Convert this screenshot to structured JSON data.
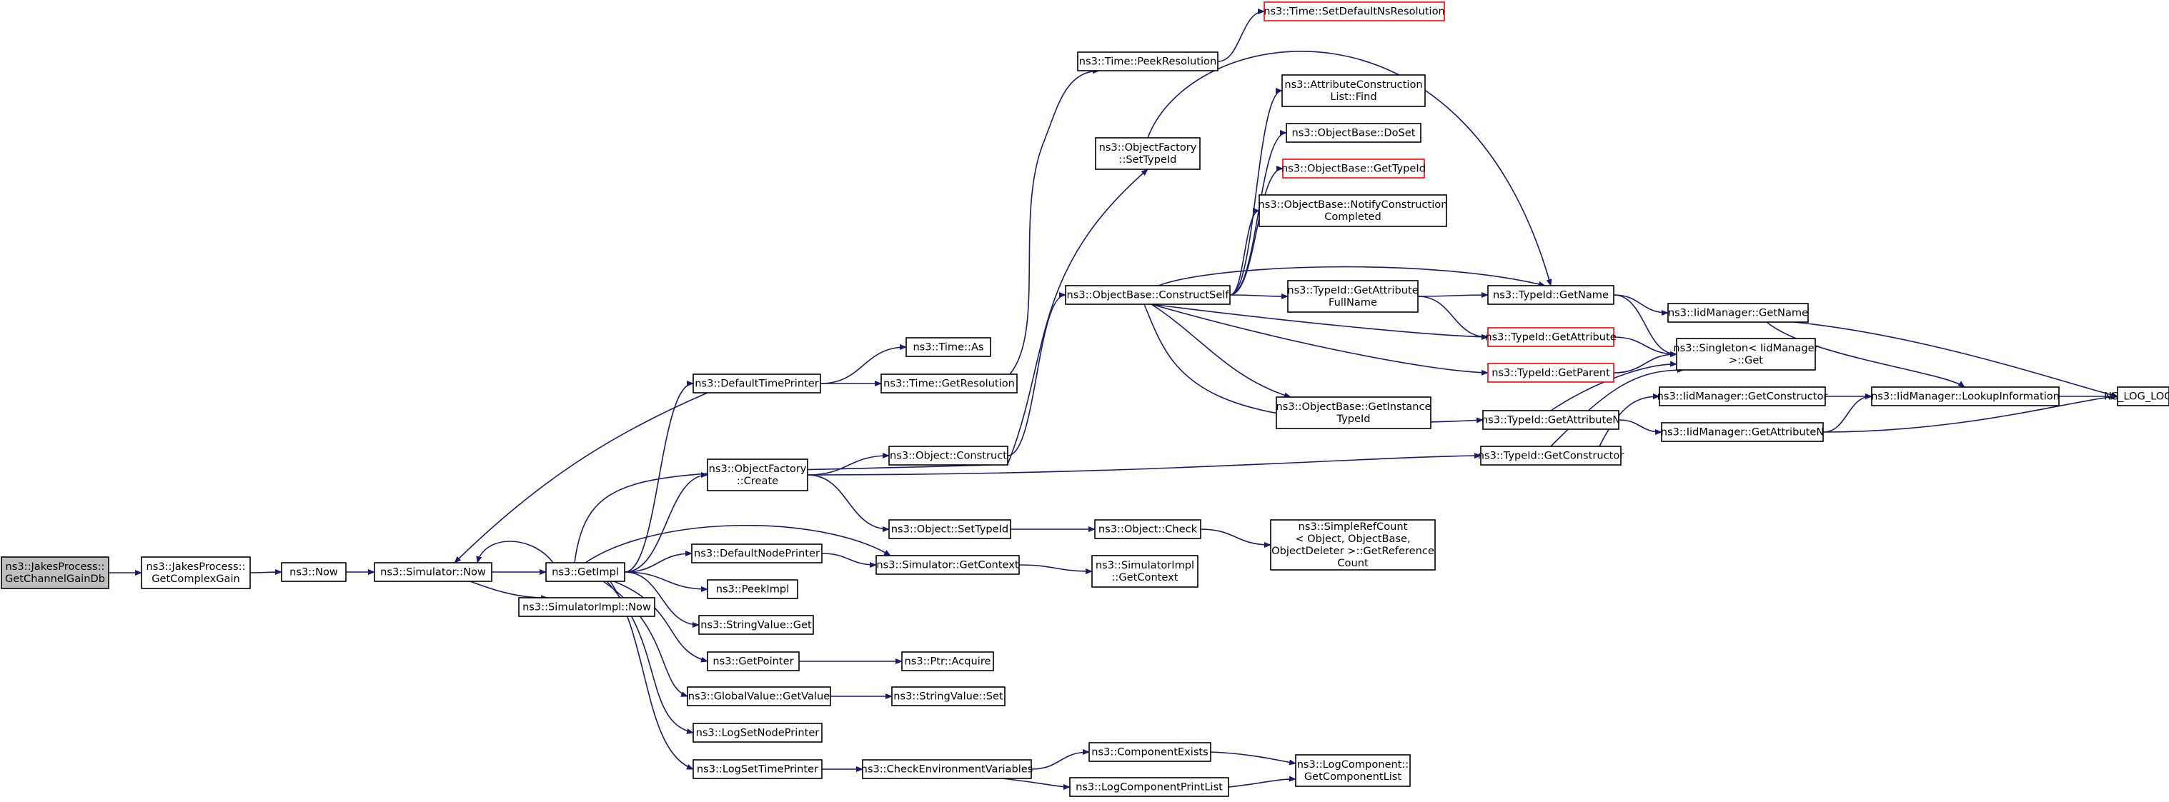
{
  "colors": {
    "edge": "#191970",
    "root_fill": "#bfbfbf",
    "truncated_border": "#ff0000"
  },
  "nodes": [
    {
      "id": "n0",
      "lines": [
        "ns3::JakesProcess::",
        "GetChannelGainDb"
      ],
      "root": true
    },
    {
      "id": "n1",
      "lines": [
        "ns3::JakesProcess::",
        "GetComplexGain"
      ]
    },
    {
      "id": "n2",
      "lines": [
        "ns3::Now"
      ]
    },
    {
      "id": "n3",
      "lines": [
        "ns3::Simulator::Now"
      ]
    },
    {
      "id": "n4",
      "lines": [
        "ns3::GetImpl"
      ]
    },
    {
      "id": "n5",
      "lines": [
        "ns3::SimulatorImpl::Now"
      ]
    },
    {
      "id": "n6",
      "lines": [
        "ns3::DefaultTimePrinter"
      ]
    },
    {
      "id": "n7",
      "lines": [
        "ns3::ObjectFactory",
        "::Create"
      ]
    },
    {
      "id": "n8",
      "lines": [
        "ns3::DefaultNodePrinter"
      ]
    },
    {
      "id": "n9",
      "lines": [
        "ns3::PeekImpl"
      ]
    },
    {
      "id": "n10",
      "lines": [
        "ns3::StringValue::Get"
      ]
    },
    {
      "id": "n11",
      "lines": [
        "ns3::GetPointer"
      ]
    },
    {
      "id": "n12",
      "lines": [
        "ns3::GlobalValue::GetValue"
      ]
    },
    {
      "id": "n13",
      "lines": [
        "ns3::LogSetNodePrinter"
      ]
    },
    {
      "id": "n14",
      "lines": [
        "ns3::LogSetTimePrinter"
      ]
    },
    {
      "id": "n15",
      "lines": [
        "ns3::Time::As"
      ]
    },
    {
      "id": "n16",
      "lines": [
        "ns3::Time::GetResolution"
      ]
    },
    {
      "id": "n17",
      "lines": [
        "ns3::Object::Construct"
      ]
    },
    {
      "id": "n18",
      "lines": [
        "ns3::Object::SetTypeId"
      ]
    },
    {
      "id": "n19",
      "lines": [
        "ns3::Simulator::GetContext"
      ]
    },
    {
      "id": "n20",
      "lines": [
        "ns3::Ptr::Acquire"
      ]
    },
    {
      "id": "n21",
      "lines": [
        "ns3::StringValue::Set"
      ]
    },
    {
      "id": "n22",
      "lines": [
        "ns3::CheckEnvironmentVariables"
      ]
    },
    {
      "id": "n23",
      "lines": [
        "ns3::Time::PeekResolution"
      ]
    },
    {
      "id": "n24",
      "lines": [
        "ns3::ObjectFactory",
        "::SetTypeId"
      ]
    },
    {
      "id": "n25",
      "lines": [
        "ns3::ObjectBase::ConstructSelf"
      ]
    },
    {
      "id": "n26",
      "lines": [
        "ns3::Object::Check"
      ]
    },
    {
      "id": "n27",
      "lines": [
        "ns3::SimulatorImpl",
        "::GetContext"
      ]
    },
    {
      "id": "n28",
      "lines": [
        "ns3::ComponentExists"
      ]
    },
    {
      "id": "n29",
      "lines": [
        "ns3::LogComponentPrintList"
      ]
    },
    {
      "id": "n30",
      "lines": [
        "ns3::Time::SetDefaultNsResolution"
      ],
      "truncated": true
    },
    {
      "id": "n31",
      "lines": [
        "ns3::AttributeConstruction",
        "List::Find"
      ]
    },
    {
      "id": "n32",
      "lines": [
        "ns3::ObjectBase::DoSet"
      ]
    },
    {
      "id": "n33",
      "lines": [
        "ns3::ObjectBase::GetTypeId"
      ],
      "truncated": true
    },
    {
      "id": "n34",
      "lines": [
        "ns3::ObjectBase::NotifyConstruction",
        "Completed"
      ]
    },
    {
      "id": "n35",
      "lines": [
        "ns3::TypeId::GetAttribute",
        "FullName"
      ]
    },
    {
      "id": "n36",
      "lines": [
        "ns3::ObjectBase::GetInstance",
        "TypeId"
      ]
    },
    {
      "id": "n37",
      "lines": [
        "ns3::SimpleRefCount",
        "< Object, ObjectBase,",
        "ObjectDeleter >::GetReference",
        "Count"
      ]
    },
    {
      "id": "n38",
      "lines": [
        "ns3::LogComponent::",
        "GetComponentList"
      ]
    },
    {
      "id": "n39",
      "lines": [
        "ns3::TypeId::GetName"
      ]
    },
    {
      "id": "n40",
      "lines": [
        "ns3::TypeId::GetAttribute"
      ],
      "truncated": true
    },
    {
      "id": "n41",
      "lines": [
        "ns3::TypeId::GetParent"
      ],
      "truncated": true
    },
    {
      "id": "n42",
      "lines": [
        "ns3::TypeId::GetAttributeN"
      ]
    },
    {
      "id": "n43",
      "lines": [
        "ns3::TypeId::GetConstructor"
      ]
    },
    {
      "id": "n44",
      "lines": [
        "ns3::IidManager::GetName"
      ]
    },
    {
      "id": "n45",
      "lines": [
        "ns3::Singleton< IidManager",
        " >::Get"
      ]
    },
    {
      "id": "n46",
      "lines": [
        "ns3::IidManager::GetConstructor"
      ]
    },
    {
      "id": "n47",
      "lines": [
        "ns3::IidManager::GetAttributeN"
      ]
    },
    {
      "id": "n48",
      "lines": [
        "ns3::IidManager::LookupInformation"
      ]
    },
    {
      "id": "n49",
      "lines": [
        "NS_LOG_LOGIC"
      ]
    }
  ],
  "edges": [
    [
      "n0",
      "n1"
    ],
    [
      "n1",
      "n2"
    ],
    [
      "n2",
      "n3"
    ],
    [
      "n3",
      "n4"
    ],
    [
      "n3",
      "n5"
    ],
    [
      "n4",
      "n3"
    ],
    [
      "n4",
      "n6"
    ],
    [
      "n4",
      "n24"
    ],
    [
      "n4",
      "n7"
    ],
    [
      "n4",
      "n8"
    ],
    [
      "n4",
      "n9"
    ],
    [
      "n4",
      "n10"
    ],
    [
      "n4",
      "n11"
    ],
    [
      "n4",
      "n12"
    ],
    [
      "n4",
      "n13"
    ],
    [
      "n4",
      "n14"
    ],
    [
      "n4",
      "n19"
    ],
    [
      "n6",
      "n15"
    ],
    [
      "n6",
      "n16"
    ],
    [
      "n6",
      "n3"
    ],
    [
      "n16",
      "n23"
    ],
    [
      "n23",
      "n30"
    ],
    [
      "n24",
      "n39"
    ],
    [
      "n7",
      "n17"
    ],
    [
      "n7",
      "n18"
    ],
    [
      "n7",
      "n43"
    ],
    [
      "n17",
      "n25"
    ],
    [
      "n18",
      "n26"
    ],
    [
      "n26",
      "n37"
    ],
    [
      "n8",
      "n19"
    ],
    [
      "n19",
      "n27"
    ],
    [
      "n11",
      "n20"
    ],
    [
      "n12",
      "n21"
    ],
    [
      "n14",
      "n22"
    ],
    [
      "n22",
      "n28"
    ],
    [
      "n22",
      "n29"
    ],
    [
      "n28",
      "n38"
    ],
    [
      "n29",
      "n38"
    ],
    [
      "n25",
      "n31"
    ],
    [
      "n25",
      "n32"
    ],
    [
      "n25",
      "n33"
    ],
    [
      "n25",
      "n34"
    ],
    [
      "n25",
      "n35"
    ],
    [
      "n25",
      "n36"
    ],
    [
      "n25",
      "n39"
    ],
    [
      "n25",
      "n40"
    ],
    [
      "n25",
      "n41"
    ],
    [
      "n25",
      "n42"
    ],
    [
      "n35",
      "n39"
    ],
    [
      "n35",
      "n40"
    ],
    [
      "n39",
      "n44"
    ],
    [
      "n39",
      "n45"
    ],
    [
      "n40",
      "n45"
    ],
    [
      "n41",
      "n45"
    ],
    [
      "n42",
      "n45"
    ],
    [
      "n42",
      "n47"
    ],
    [
      "n43",
      "n45"
    ],
    [
      "n43",
      "n46"
    ],
    [
      "n44",
      "n48"
    ],
    [
      "n44",
      "n49"
    ],
    [
      "n46",
      "n48"
    ],
    [
      "n47",
      "n48"
    ],
    [
      "n47",
      "n49"
    ],
    [
      "n48",
      "n49"
    ]
  ]
}
